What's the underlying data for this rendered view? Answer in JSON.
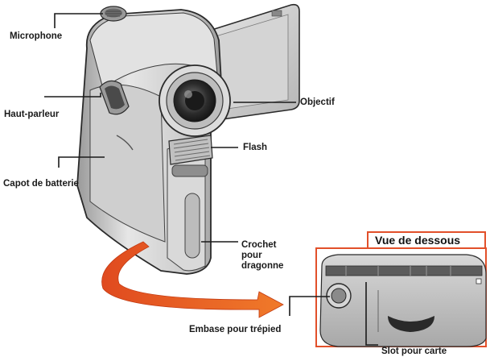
{
  "labels": {
    "microphone": "Microphone",
    "speaker": "Haut-parleur",
    "battery_cover": "Capot de batterie",
    "lens": "Objectif",
    "flash": "Flash",
    "strap_hook": "Crochet\npour\ndragonne",
    "tripod_mount": "Embase pour trépied",
    "card_slot": "Slot pour carte"
  },
  "bottom_view": {
    "title": "Vue de dessous"
  },
  "colors": {
    "accent": "#e2502a",
    "body_gray": "#c8c8c8",
    "outline": "#2a2a2a"
  }
}
